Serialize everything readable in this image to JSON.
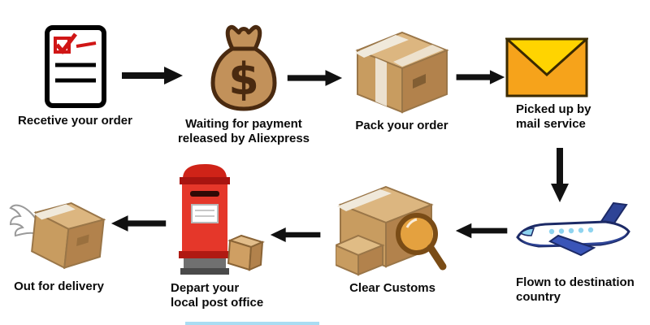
{
  "diagram": {
    "steps": [
      {
        "id": 1,
        "label": "Recetive your order",
        "icon": "order-checklist-icon"
      },
      {
        "id": 2,
        "label": "Waiting for payment\nreleased by Aliexpress",
        "icon": "money-bag-icon"
      },
      {
        "id": 3,
        "label": "Pack your order",
        "icon": "package-box-icon"
      },
      {
        "id": 4,
        "label": "Picked up by\nmail service",
        "icon": "envelope-icon"
      },
      {
        "id": 5,
        "label": "Flown to destination\ncountry",
        "icon": "airplane-icon"
      },
      {
        "id": 6,
        "label": "Clear Customs",
        "icon": "customs-inspection-icon"
      },
      {
        "id": 7,
        "label": "Depart your\nlocal post office",
        "icon": "post-box-icon"
      },
      {
        "id": 8,
        "label": "Out for delivery",
        "icon": "winged-parcel-icon"
      }
    ],
    "colors": {
      "arrow": "#111111",
      "carton_tan": "#d8b27c",
      "carton_side": "#b2824c",
      "envelope_orange": "#f6a31b",
      "envelope_yellow": "#ffd400",
      "postbox_red": "#e5372a",
      "check_red": "#d01616",
      "money_bag_brown": "#c2915a",
      "plane_blue": "#2e4496"
    }
  }
}
